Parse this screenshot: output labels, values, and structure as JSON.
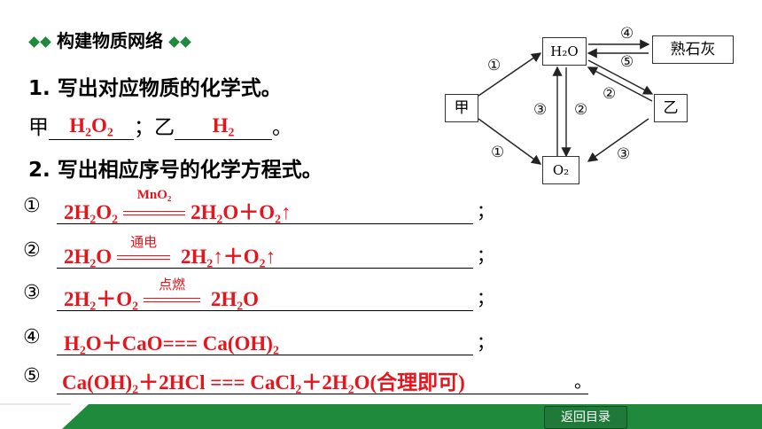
{
  "heading": "构建物质网络",
  "q1": {
    "title": "1. 写出对应物质的化学式。",
    "jia_label": "甲",
    "jia_answer": "H₂O₂",
    "sep": "；",
    "yi_label": "乙",
    "yi_answer": "H₂",
    "end": "。"
  },
  "q2": {
    "title": "2. 写出相应序号的化学方程式。",
    "rows": [
      {
        "num": "①",
        "left": "2H₂O₂",
        "condition": "MnO₂",
        "right": "2H₂O＋O₂↑",
        "tail": "；"
      },
      {
        "num": "②",
        "left": "2H₂O",
        "condition": "通电",
        "right": "2H₂↑＋O₂↑",
        "tail": "；"
      },
      {
        "num": "③",
        "left": "2H₂＋O₂",
        "condition": "点燃",
        "right": "2H₂O",
        "tail": "；"
      },
      {
        "num": "④",
        "equation": "H₂O＋CaO=== Ca(OH)₂",
        "tail": "；"
      },
      {
        "num": "⑤",
        "equation": "Ca(OH)₂＋2HCl === CaCl₂＋2H₂O(合理即可)",
        "tail": "。"
      }
    ]
  },
  "diagram": {
    "nodes": {
      "jia": "甲",
      "h2o": "H₂O",
      "o2": "O₂",
      "yi": "乙",
      "lime": "熟石灰"
    },
    "labels": [
      "①",
      "①",
      "③",
      "②",
      "②",
      "③",
      "④",
      "⑤"
    ]
  },
  "footer": {
    "back_button": "返回目录"
  },
  "colors": {
    "answer": "#e8141c",
    "accent": "#1f8a3c"
  }
}
